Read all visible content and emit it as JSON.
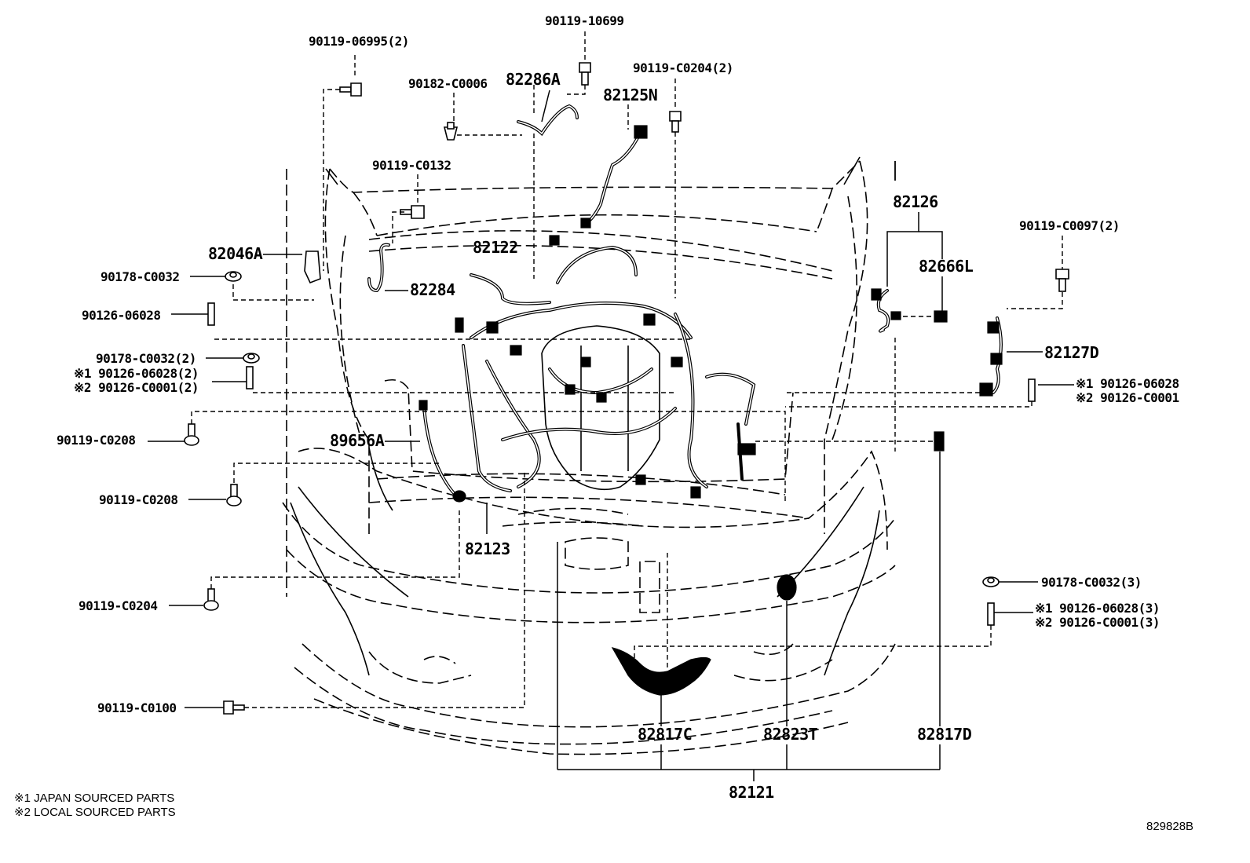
{
  "labels": {
    "p_90119_06995": "90119-06995(2)",
    "p_90119_10699": "90119-10699",
    "p_90182_C0006": "90182-C0006",
    "p_82286A": "82286A",
    "p_90119_C0204_2": "90119-C0204(2)",
    "p_82125N": "82125N",
    "p_90119_C0132": "90119-C0132",
    "p_82046A": "82046A",
    "p_82122": "82122",
    "p_90178_C0032": "90178-C0032",
    "p_82284": "82284",
    "p_90126_06028": "90126-06028",
    "p_90178_C0032_2": "90178-C0032(2)",
    "p_jp_90126_06028_2": "※1 90126-06028(2)",
    "p_loc_90126_C0001_2": "※2 90126-C0001(2)",
    "p_90119_C0208_a": "90119-C0208",
    "p_89656A": "89656A",
    "p_90119_C0208_b": "90119-C0208",
    "p_82123": "82123",
    "p_90119_C0204": "90119-C0204",
    "p_90119_C0100": "90119-C0100",
    "p_82126": "82126",
    "p_82666L": "82666L",
    "p_90119_C0097_2": "90119-C0097(2)",
    "p_82127D": "82127D",
    "p_jp_90126_06028": "※1 90126-06028",
    "p_loc_90126_C0001": "※2 90126-C0001",
    "p_90178_C0032_3": "90178-C0032(3)",
    "p_jp_90126_06028_3": "※1 90126-06028(3)",
    "p_loc_90126_C0001_3": "※2 90126-C0001(3)",
    "p_82817C": "82817C",
    "p_82823T": "82823T",
    "p_82817D": "82817D",
    "p_82121": "82121"
  },
  "notes": {
    "japan": "※1 JAPAN SOURCED PARTS",
    "local": "※2 LOCAL SOURCED PARTS"
  },
  "diagram_code": "829828B"
}
